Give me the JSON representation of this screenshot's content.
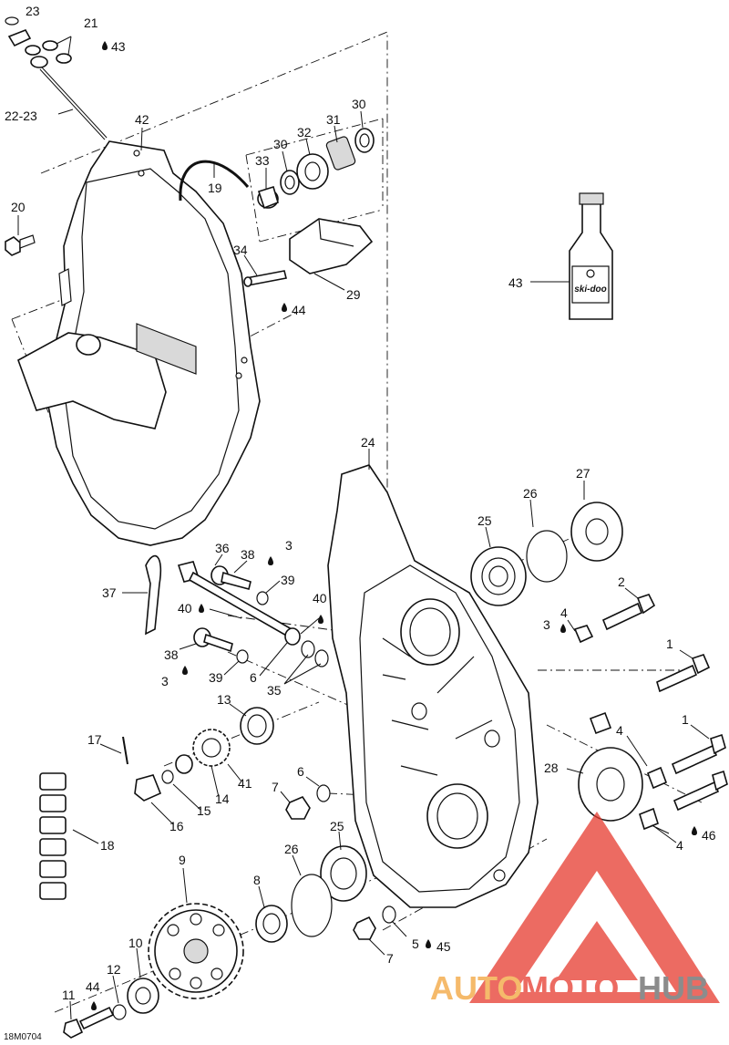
{
  "diagram_code": "18M0704",
  "callouts": [
    {
      "id": "23",
      "text": "23"
    },
    {
      "id": "21",
      "text": "21"
    },
    {
      "id": "43a",
      "text": "43"
    },
    {
      "id": "22-23",
      "text": "22-23"
    },
    {
      "id": "42",
      "text": "42"
    },
    {
      "id": "19",
      "text": "19"
    },
    {
      "id": "20",
      "text": "20"
    },
    {
      "id": "33",
      "text": "33"
    },
    {
      "id": "30a",
      "text": "30"
    },
    {
      "id": "32",
      "text": "32"
    },
    {
      "id": "31",
      "text": "31"
    },
    {
      "id": "30b",
      "text": "30"
    },
    {
      "id": "34",
      "text": "34"
    },
    {
      "id": "29",
      "text": "29"
    },
    {
      "id": "44a",
      "text": "44"
    },
    {
      "id": "43b",
      "text": "43"
    },
    {
      "id": "24",
      "text": "24"
    },
    {
      "id": "27",
      "text": "27"
    },
    {
      "id": "26a",
      "text": "26"
    },
    {
      "id": "25a",
      "text": "25"
    },
    {
      "id": "36",
      "text": "36"
    },
    {
      "id": "38a",
      "text": "38"
    },
    {
      "id": "3a",
      "text": "3"
    },
    {
      "id": "37",
      "text": "37"
    },
    {
      "id": "39a",
      "text": "39"
    },
    {
      "id": "40a",
      "text": "40"
    },
    {
      "id": "40b",
      "text": "40"
    },
    {
      "id": "2",
      "text": "2"
    },
    {
      "id": "4a",
      "text": "4"
    },
    {
      "id": "3b",
      "text": "3"
    },
    {
      "id": "38b",
      "text": "38"
    },
    {
      "id": "3c",
      "text": "3"
    },
    {
      "id": "39b",
      "text": "39"
    },
    {
      "id": "6a",
      "text": "6"
    },
    {
      "id": "35",
      "text": "35"
    },
    {
      "id": "1a",
      "text": "1"
    },
    {
      "id": "13",
      "text": "13"
    },
    {
      "id": "17",
      "text": "17"
    },
    {
      "id": "4b",
      "text": "4"
    },
    {
      "id": "1b",
      "text": "1"
    },
    {
      "id": "28",
      "text": "28"
    },
    {
      "id": "14",
      "text": "14"
    },
    {
      "id": "41",
      "text": "41"
    },
    {
      "id": "15",
      "text": "15"
    },
    {
      "id": "6b",
      "text": "6"
    },
    {
      "id": "7a",
      "text": "7"
    },
    {
      "id": "16",
      "text": "16"
    },
    {
      "id": "18",
      "text": "18"
    },
    {
      "id": "25b",
      "text": "25"
    },
    {
      "id": "46",
      "text": "46"
    },
    {
      "id": "4c",
      "text": "4"
    },
    {
      "id": "9",
      "text": "9"
    },
    {
      "id": "26b",
      "text": "26"
    },
    {
      "id": "8",
      "text": "8"
    },
    {
      "id": "10",
      "text": "10"
    },
    {
      "id": "5",
      "text": "5"
    },
    {
      "id": "45",
      "text": "45"
    },
    {
      "id": "7b",
      "text": "7"
    },
    {
      "id": "12",
      "text": "12"
    },
    {
      "id": "11",
      "text": "11"
    },
    {
      "id": "44b",
      "text": "44"
    }
  ],
  "bottle": {
    "brand": "ski-doo"
  },
  "watermark": {
    "part1": "AUTO",
    "part2": "MOTO",
    "part3": "HUB"
  },
  "colors": {
    "line": "#111111",
    "watermark_red": "#e63a2e",
    "watermark_orange": "#f2a33a",
    "watermark_gray": "#666666"
  }
}
